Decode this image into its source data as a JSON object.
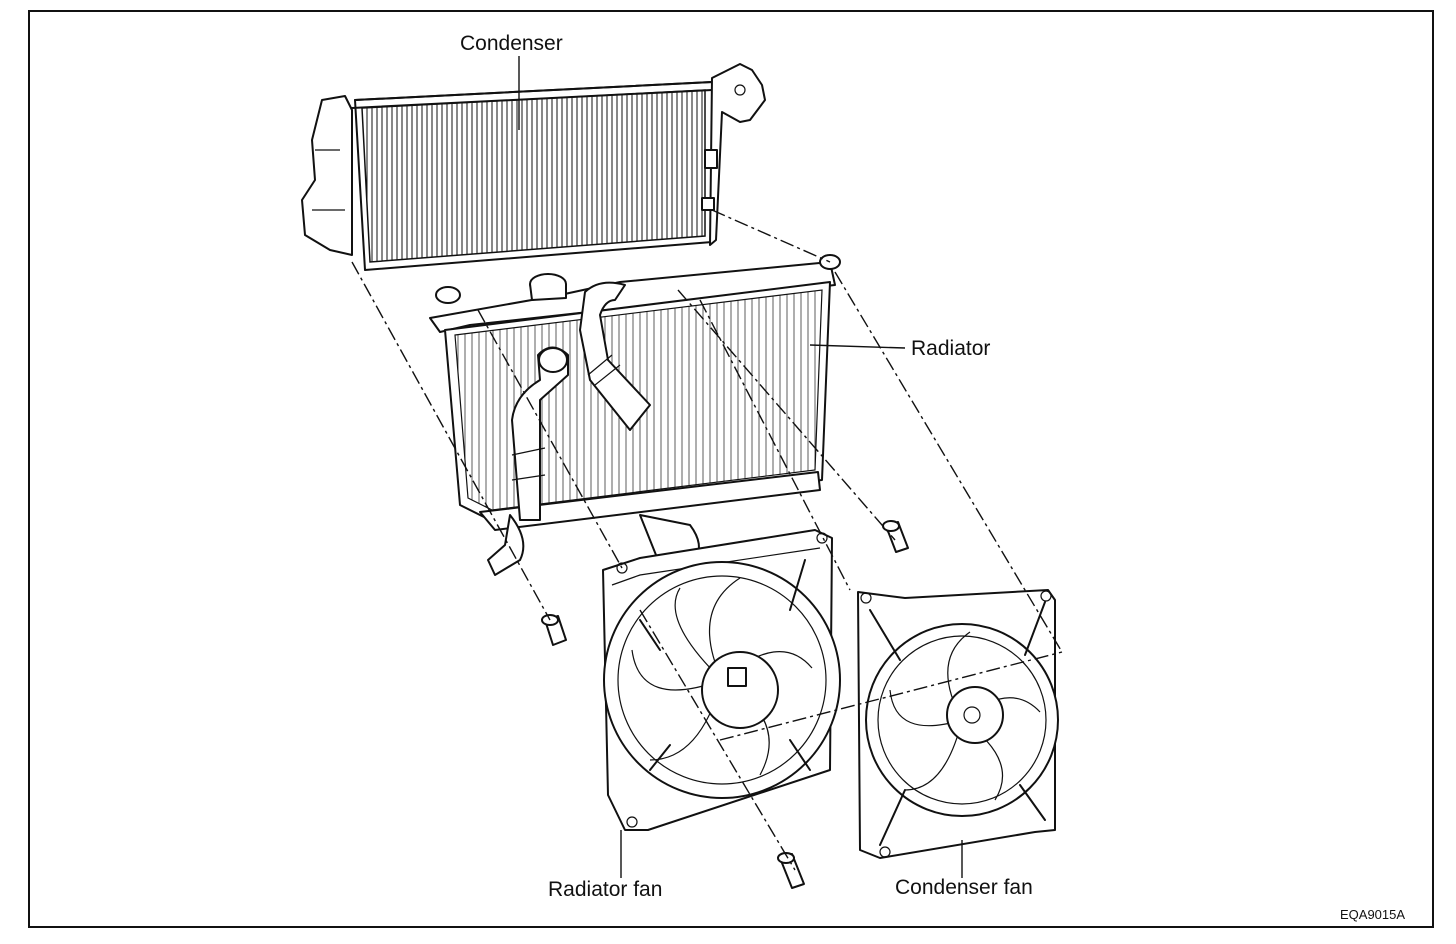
{
  "labels": {
    "condenser": "Condenser",
    "radiator": "Radiator",
    "radiator_fan": "Radiator fan",
    "condenser_fan": "Condenser fan"
  },
  "figure_code": "EQA9015A",
  "colors": {
    "ink": "#111111",
    "paper": "#ffffff"
  }
}
